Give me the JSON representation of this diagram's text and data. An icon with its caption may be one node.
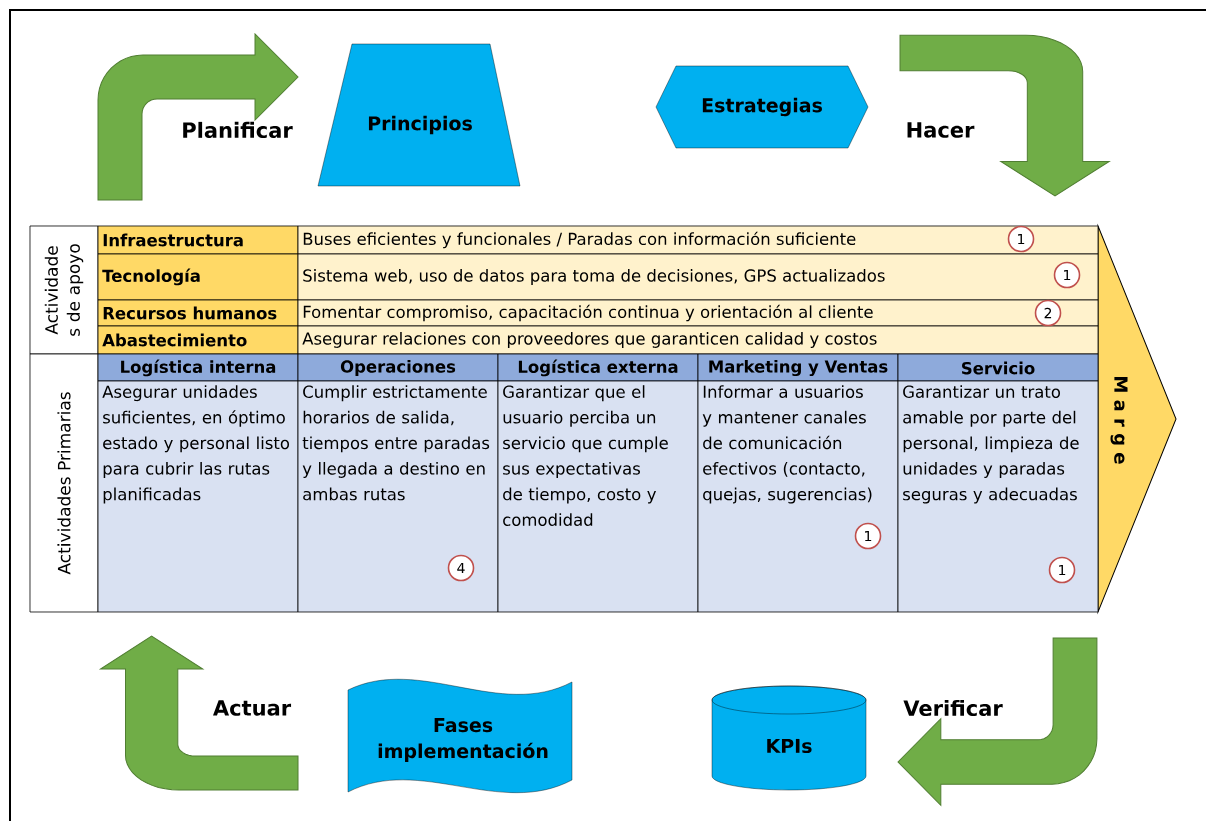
{
  "diagram": {
    "nodes": [
      {
        "text": [
          "Principios"
        ]
      },
      {
        "text": [
          "Estrategias"
        ]
      },
      {
        "text": [
          "M a r g e"
        ]
      },
      {
        "text": [
          "Fases implementación"
        ]
      },
      {
        "text": [
          "KPIs"
        ]
      }
    ],
    "edges": [
      {
        "from": 1,
        "to": 2,
        "arrow": "to"
      },
      {
        "from": 2,
        "to": 4,
        "arrow": "to"
      }
    ],
    "labels": [
      "Planificar",
      "Hacer",
      "Actividade s de apoyo",
      "Infraestructura",
      "Buses eficientes y funcionales / Paradas con información suficiente",
      "1",
      "Tecnología",
      "Sistema web, uso de datos para toma de decisiones, GPS actualizados",
      "1",
      "Recursos humanos",
      "Fomentar compromiso, capacitación continua y orientación al cliente",
      "2",
      "Abastecimiento",
      "Asegurar relaciones con proveedores que garanticen calidad y costos",
      "Actividades Primarias",
      "Logística interna",
      "Operaciones",
      "Logística externa",
      "Marketing y Ventas",
      "Servicio",
      "Asegurar unidades suficientes, en óptimo estado y personal listo para cubrir las rutas planificadas",
      "Cumplir estrictamente horarios de salida, tiempos entre paradas y llegada a destino en ambas rutas",
      "Garantizar que el usuario perciba un servicio que cumple sus expectativas de tiempo, costo y comodidad",
      "Informar a usuarios y mantener canales de comunicación efectivos (contacto, quejas, sugerencias)",
      "Garantizar un trato amable por parte del personal, limpieza de unidades y paradas seguras y adecuadas",
      "4",
      "1",
      "1",
      "Actuar",
      "Verificar"
    ]
  }
}
